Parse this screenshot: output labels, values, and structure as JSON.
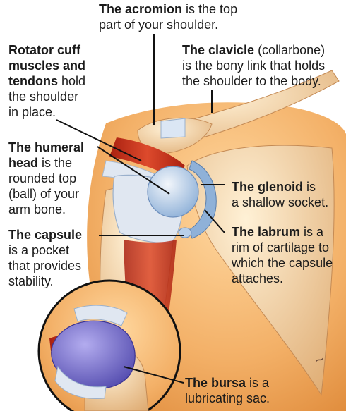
{
  "labels": {
    "acromion": {
      "term": "The acromion",
      "line1_rest": " is the top",
      "line2": "part of your shoulder."
    },
    "rotator": {
      "term_line1": "Rotator cuff",
      "term_line2": "muscles and",
      "term_line3": "tendons",
      "line3_rest": " hold",
      "line4": "the shoulder",
      "line5": "in place."
    },
    "clavicle": {
      "term": "The clavicle",
      "line1_rest": " (collarbone)",
      "line2": "is the bony link that holds",
      "line3": "the shoulder to the body."
    },
    "humeral": {
      "term_line1": "The humeral",
      "term_line2": "head",
      "line2_rest": " is the",
      "line3": "rounded top",
      "line4": "(ball) of your",
      "line5": "arm bone."
    },
    "glenoid": {
      "term": "The glenoid",
      "line1_rest": " is",
      "line2": "a shallow socket."
    },
    "capsule": {
      "term": "The capsule",
      "line2": "is a pocket",
      "line3": "that provides",
      "line4": "stability."
    },
    "labrum": {
      "term": "The labrum",
      "line1_rest": " is a",
      "line2": "rim of cartilage to",
      "line3": "which the capsule",
      "line4": "attaches."
    },
    "bursa": {
      "term": "The bursa",
      "line1_rest": " is a",
      "line2": "lubricating sac."
    }
  },
  "colors": {
    "skin": "#f3b067",
    "bone": "#e9c08c",
    "cartilage": "#b8cfe9",
    "ligament": "#e0e7f1",
    "muscle": "#c0301a",
    "bursa": "#6e66c4",
    "leader_line": "#111111"
  }
}
